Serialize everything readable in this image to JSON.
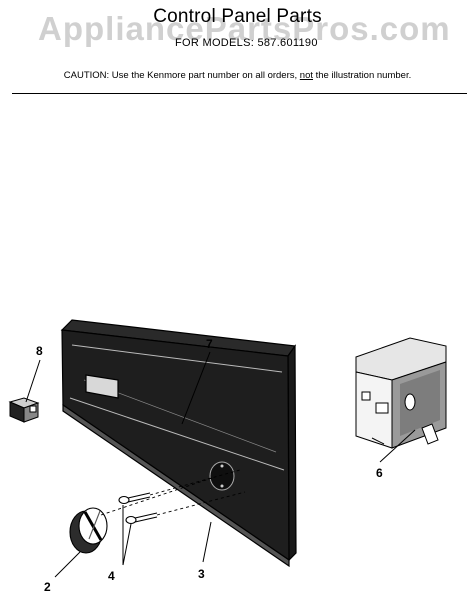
{
  "header": {
    "title": "Control Panel Parts",
    "models_line": "FOR MODELS: 587.601190",
    "watermark": "AppliancePartsPros.com"
  },
  "caution": {
    "prefix": "CAUTION:  Use the Kenmore part number on all orders, ",
    "emphasis": "not",
    "suffix": " the illustration number."
  },
  "callouts": {
    "c2": "2",
    "c3": "3",
    "c4": "4",
    "c6": "6",
    "c7": "7",
    "c8": "8"
  }
}
